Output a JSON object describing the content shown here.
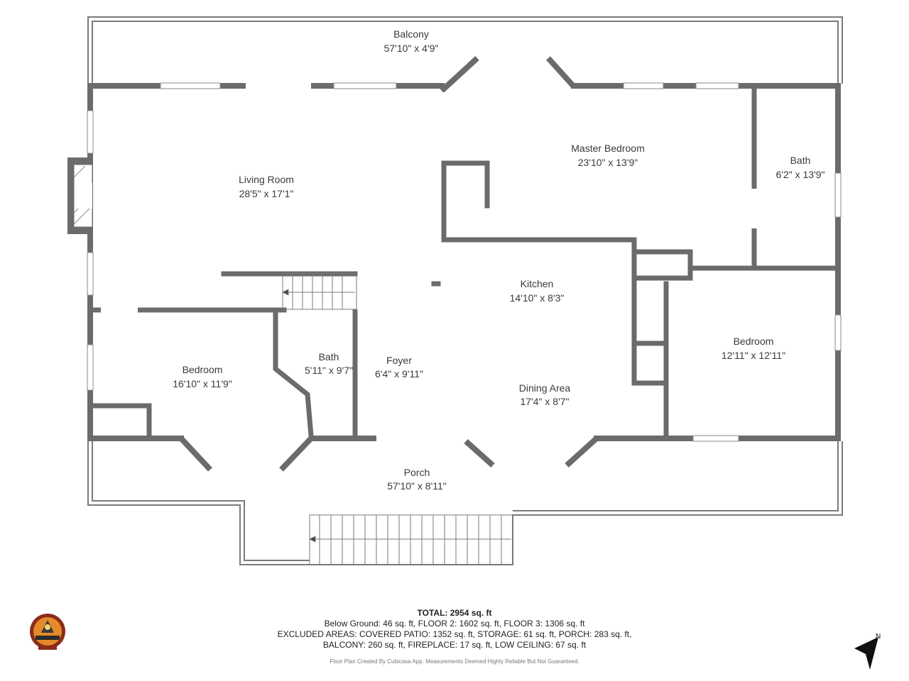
{
  "rooms": {
    "balcony": {
      "name": "Balcony",
      "dims": "57'10\" x 4'9\""
    },
    "living_room": {
      "name": "Living Room",
      "dims": "28'5\" x 17'1\""
    },
    "master_bedroom": {
      "name": "Master Bedroom",
      "dims": "23'10\" x 13'9\""
    },
    "master_bath": {
      "name": "Bath",
      "dims": "6'2\" x 13'9\""
    },
    "kitchen": {
      "name": "Kitchen",
      "dims": "14'10\" x 8'3\""
    },
    "bedroom_right": {
      "name": "Bedroom",
      "dims": "12'11\" x 12'11\""
    },
    "bedroom_left": {
      "name": "Bedroom",
      "dims": "16'10\" x 11'9\""
    },
    "bath_small": {
      "name": "Bath",
      "dims": "5'11\" x 9'7\""
    },
    "foyer": {
      "name": "Foyer",
      "dims": "6'4\" x 9'11\""
    },
    "dining_area": {
      "name": "Dining Area",
      "dims": "17'4\" x 8'7\""
    },
    "porch": {
      "name": "Porch",
      "dims": "57'10\" x 8'11\""
    }
  },
  "summary": {
    "total": "TOTAL: 2954 sq. ft",
    "line1": "Below Ground: 46 sq. ft, FLOOR 2: 1602 sq. ft, FLOOR 3: 1306 sq. ft",
    "line2": "EXCLUDED AREAS: COVERED PATIO: 1352 sq. ft, STORAGE: 61 sq. ft, PORCH: 283 sq. ft,",
    "line3": "BALCONY: 260 sq. ft, FIREPLACE: 17 sq. ft, LOW CEILING: 67 sq. ft"
  },
  "credit": "Floor Plan Created By Cubicasa App. Measurements Deemed Highly Reliable But Not Guaranteed.",
  "north_label": "N",
  "colors": {
    "wall": "#6b6b6b",
    "thin_wall": "#8a8a8a",
    "window": "#ffffff",
    "label": "#3a3a3a"
  }
}
